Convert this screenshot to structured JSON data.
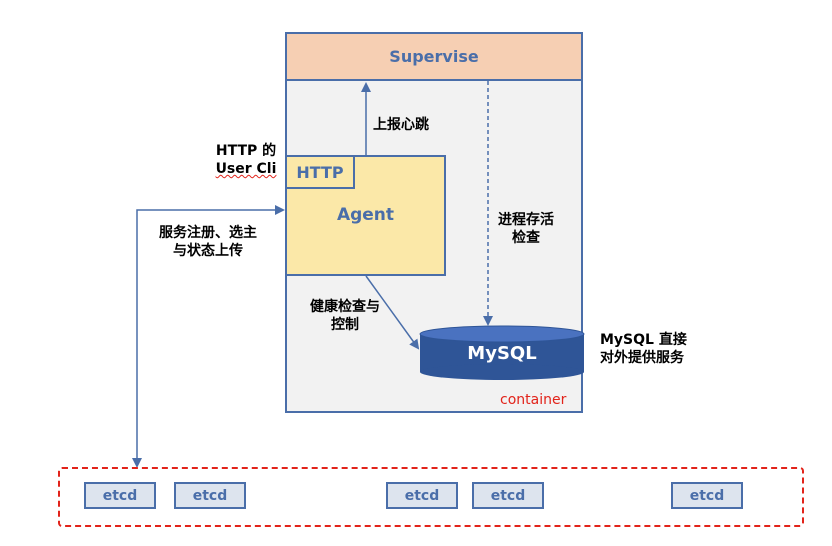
{
  "supervise": {
    "label": "Supervise"
  },
  "container": {
    "label": "container"
  },
  "agent": {
    "label": "Agent",
    "http_label": "HTTP"
  },
  "mysql": {
    "label": "MySQL"
  },
  "annotations": {
    "http_user_cli_line1": "HTTP 的",
    "http_user_cli_line2": "User Cli",
    "heartbeat": "上报心跳",
    "process_check_line1": "进程存活",
    "process_check_line2": "检查",
    "registration_line1": "服务注册、选主",
    "registration_line2": "与状态上传",
    "health_check_line1": "健康检查与",
    "health_check_line2": "控制",
    "mysql_service_line1": "MySQL 直接",
    "mysql_service_line2": "对外提供服务"
  },
  "etcd_nodes": [
    "etcd",
    "etcd",
    "etcd",
    "etcd",
    "etcd"
  ],
  "colors": {
    "blue": "#4a6ea9",
    "supervise_fill": "#f6cfb3",
    "agent_fill": "#fbe8a8",
    "container_fill": "#f2f2f2",
    "red": "#e2231a",
    "etcd_fill": "#dde4ee",
    "mysql_fill": "#2f5597"
  }
}
